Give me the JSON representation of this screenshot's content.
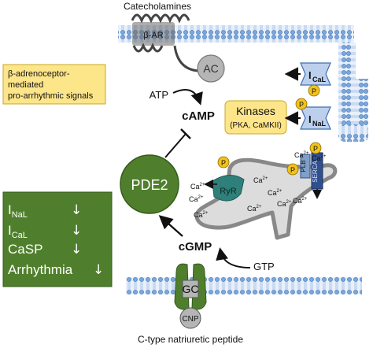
{
  "labels": {
    "catecholamines": "Catecholamines",
    "beta_ar": "β-AR",
    "ac": "AC",
    "atp": "ATP",
    "camp": "cAMP",
    "pde2": "PDE2",
    "cgmp": "cGMP",
    "gtp": "GTP",
    "gc": "GC",
    "cnp": "CNP",
    "c_type_natriuretic_peptide": "C-type natriuretic peptide",
    "kinases_title": "Kinases",
    "kinases_sub": "(PKA, CaMKII)",
    "p": "P",
    "ryr": "RyR",
    "plb": "PLB",
    "serca": "SERCA",
    "ca": "Ca",
    "ca_charge": "2+"
  },
  "channels": {
    "ical_main": "I",
    "ical_sub": "CaL",
    "inal_main": "I",
    "inal_sub": "NaL"
  },
  "signal_box": {
    "line1": "β-adrenoceptor-",
    "line2": "mediated",
    "line3": "pro-arrhythmic signals"
  },
  "effects_box": {
    "items": [
      {
        "main": "I",
        "sub": "NaL",
        "arrow": "↓"
      },
      {
        "main": "I",
        "sub": "CaL",
        "arrow": "↓"
      },
      {
        "main": "CaSP",
        "sub": "",
        "arrow": "↓"
      },
      {
        "main": "Arrhythmia",
        "sub": "",
        "arrow": "↓"
      }
    ]
  },
  "colors": {
    "green": "#4f7f2c",
    "membrane": "#7aa8de",
    "yellow_box": "#fde58a",
    "phospho": "#f2c21b",
    "ryr": "#2f7f7a",
    "plb": "#7f9fc8",
    "serca": "#2f4f8f",
    "sr_fill": "#dcdcdc",
    "sr_stroke": "#888888",
    "ac_fill": "#b5b5b5"
  }
}
